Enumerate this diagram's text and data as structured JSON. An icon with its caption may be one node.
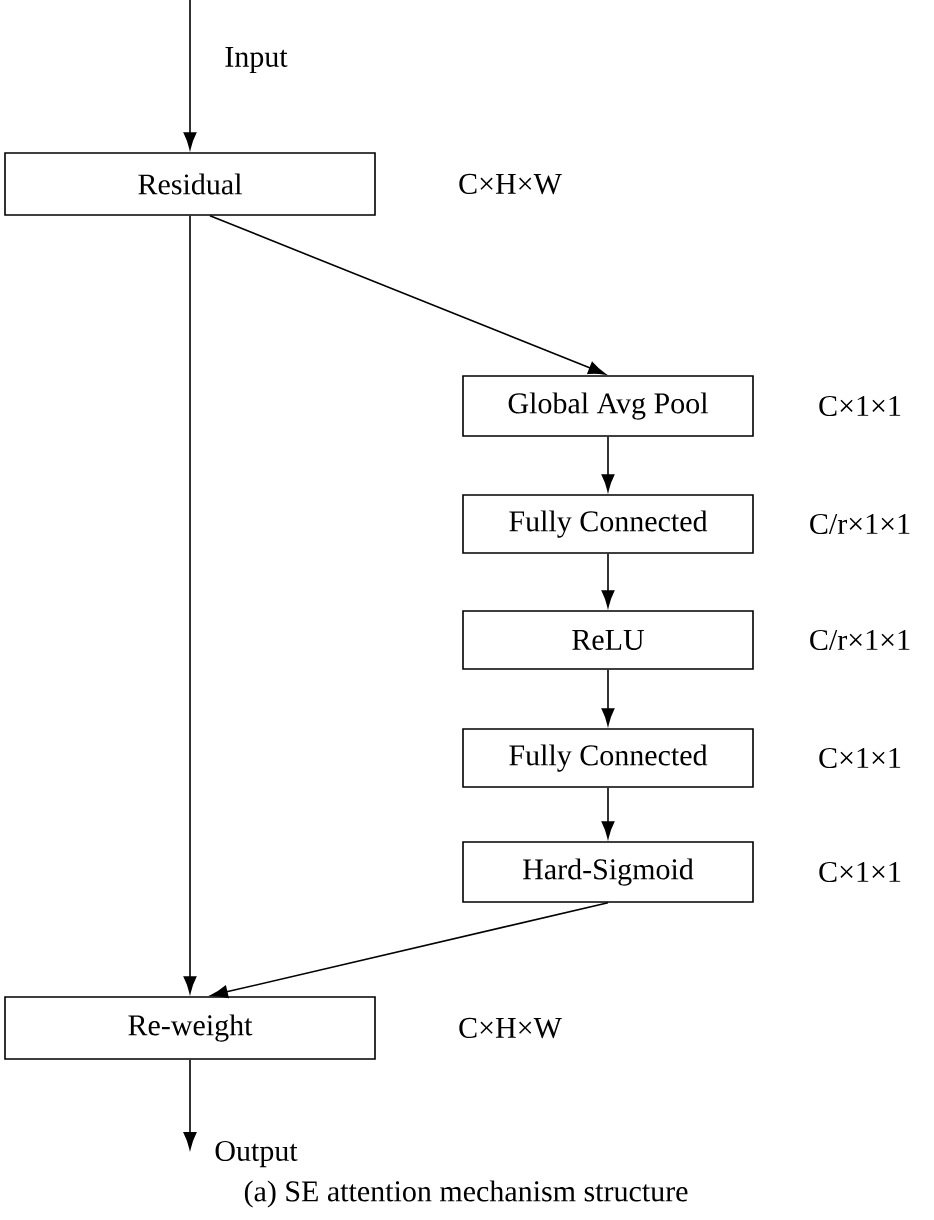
{
  "diagram": {
    "caption": "(a) SE attention mechanism structure",
    "nodes": [
      {
        "text": [
          "Residual"
        ],
        "beside": [
          "C×H×W"
        ]
      },
      {
        "text": [
          "Global Avg Pool"
        ],
        "beside": [
          "C×1×1"
        ]
      },
      {
        "text": [
          "Fully Connected"
        ],
        "beside": [
          "C/r×1×1"
        ]
      },
      {
        "text": [
          "ReLU"
        ],
        "beside": [
          "C/r×1×1"
        ]
      },
      {
        "text": [
          "Fully Connected"
        ],
        "beside": [
          "C×1×1"
        ]
      },
      {
        "text": [
          "Hard-Sigmoid"
        ],
        "beside": [
          "C×1×1"
        ]
      },
      {
        "text": [
          "Re-weight"
        ],
        "beside": [
          "C×H×W"
        ]
      }
    ],
    "edges": [
      {
        "from": null,
        "to": 0,
        "arrow": "to",
        "label": "Input"
      },
      {
        "from": 0,
        "to": 1,
        "arrow": "to"
      },
      {
        "from": 1,
        "to": 2,
        "arrow": "to"
      },
      {
        "from": 2,
        "to": 3,
        "arrow": "to"
      },
      {
        "from": 3,
        "to": 4,
        "arrow": "to"
      },
      {
        "from": 4,
        "to": 5,
        "arrow": "to"
      },
      {
        "from": 0,
        "to": 6,
        "arrow": "to"
      },
      {
        "from": 5,
        "to": 6,
        "arrow": "to"
      },
      {
        "from": 6,
        "to": null,
        "arrow": "to",
        "label": "Output"
      }
    ]
  }
}
